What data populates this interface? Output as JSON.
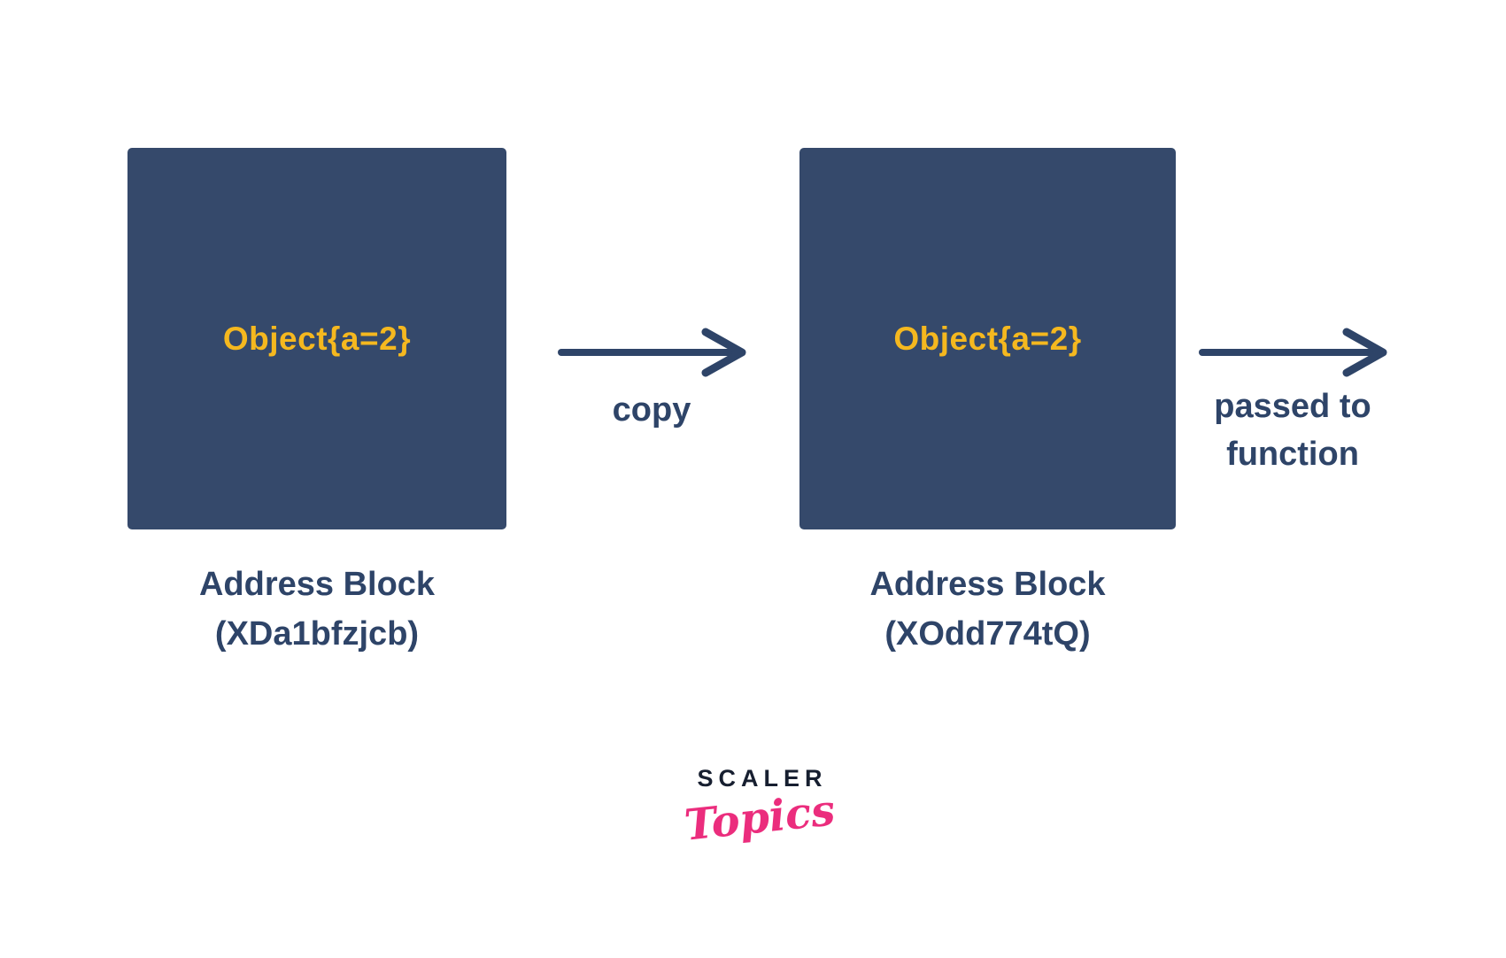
{
  "diagram": {
    "block1": {
      "content": "Object{a=2}",
      "label_line1": "Address Block",
      "label_line2": "(XDa1bfzjcb)"
    },
    "arrow1": {
      "label": "copy"
    },
    "block2": {
      "content": "Object{a=2}",
      "label_line1": "Address Block",
      "label_line2": "(XOdd774tQ)"
    },
    "arrow2": {
      "label_line1": "passed to",
      "label_line2": "function"
    }
  },
  "logo": {
    "primary": "SCALER",
    "secondary": "Topics"
  },
  "colors": {
    "background": "#FFFFFF",
    "block_fill": "#35496B",
    "object_text": "#F5B81F",
    "label_text": "#2E4468",
    "arrow": "#2E4468",
    "logo_primary": "#171F30",
    "logo_secondary": "#EB2D7D"
  }
}
